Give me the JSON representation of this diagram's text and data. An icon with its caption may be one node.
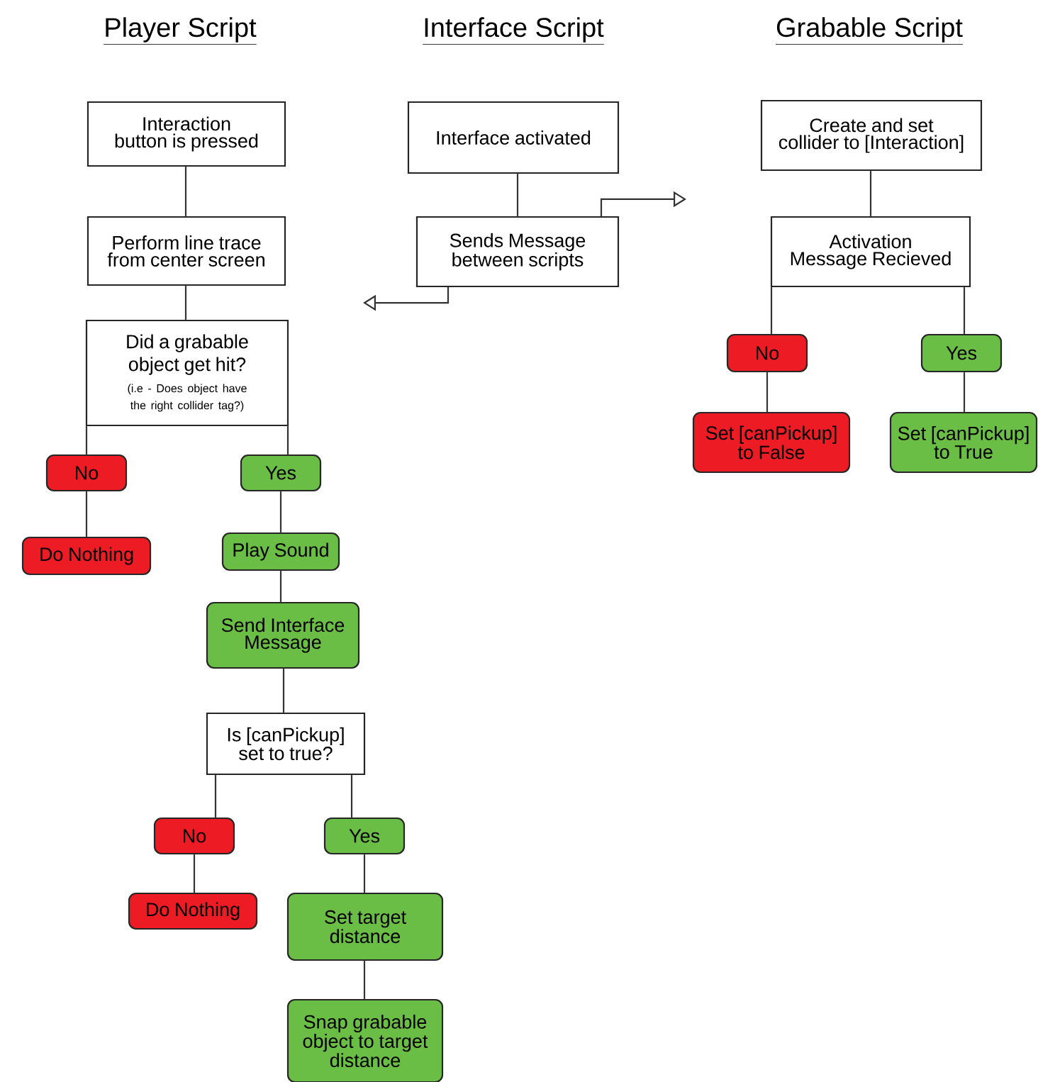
{
  "diagram": {
    "nodes": [
      {
        "text": [
          "Interaction button is pressed"
        ]
      },
      {
        "text": [
          "Perform line trace from center screen"
        ]
      },
      {
        "text": [
          "Did a grabable object get hit?",
          "(i.e - Does object have the right collider tag?)"
        ]
      },
      {
        "text": [
          "No"
        ]
      },
      {
        "text": [
          "Yes"
        ]
      },
      {
        "text": [
          "Do Nothing"
        ]
      },
      {
        "text": [
          "Play Sound"
        ]
      },
      {
        "text": [
          "Send Interface Message"
        ]
      },
      {
        "text": [
          "Is [canPickup] set to true?"
        ]
      },
      {
        "text": [
          "No"
        ]
      },
      {
        "text": [
          "Yes"
        ]
      },
      {
        "text": [
          "Do Nothing"
        ]
      },
      {
        "text": [
          "Set target distance"
        ]
      },
      {
        "text": [
          "Snap grabable object to target distance"
        ]
      },
      {
        "text": [
          "Interface activated"
        ]
      },
      {
        "text": [
          "Sends Message between scripts"
        ]
      },
      {
        "text": [
          "Create and set collider to [Interaction]"
        ]
      },
      {
        "text": [
          "Activation Message Recieved"
        ]
      },
      {
        "text": [
          "No"
        ]
      },
      {
        "text": [
          "Yes"
        ]
      },
      {
        "text": [
          "Set [canPickup] to False"
        ]
      },
      {
        "text": [
          "Set [canPickup] to True"
        ]
      }
    ],
    "edges": [
      {
        "from": 0,
        "to": 1,
        "arrow": "none"
      },
      {
        "from": 1,
        "to": 2,
        "arrow": "none"
      },
      {
        "from": 2,
        "to": 3,
        "arrow": "none"
      },
      {
        "from": 2,
        "to": 4,
        "arrow": "none"
      },
      {
        "from": 3,
        "to": 5,
        "arrow": "none"
      },
      {
        "from": 4,
        "to": 6,
        "arrow": "none"
      },
      {
        "from": 6,
        "to": 7,
        "arrow": "none"
      },
      {
        "from": 7,
        "to": 8,
        "arrow": "none"
      },
      {
        "from": 8,
        "to": 9,
        "arrow": "none"
      },
      {
        "from": 8,
        "to": 10,
        "arrow": "none"
      },
      {
        "from": 9,
        "to": 11,
        "arrow": "none"
      },
      {
        "from": 10,
        "to": 12,
        "arrow": "none"
      },
      {
        "from": 12,
        "to": 13,
        "arrow": "none"
      },
      {
        "from": 14,
        "to": 15,
        "arrow": "none"
      },
      {
        "from": 15,
        "to": null,
        "arrow": "to"
      },
      {
        "from": 15,
        "to": null,
        "arrow": "to"
      },
      {
        "from": 16,
        "to": 17,
        "arrow": "none"
      },
      {
        "from": 17,
        "to": 18,
        "arrow": "none"
      },
      {
        "from": 17,
        "to": 19,
        "arrow": "none"
      },
      {
        "from": 18,
        "to": 20,
        "arrow": "none"
      },
      {
        "from": 19,
        "to": 21,
        "arrow": "none"
      }
    ],
    "labels": [
      "Player Script",
      "Interface Script",
      "Grabable Script"
    ]
  }
}
